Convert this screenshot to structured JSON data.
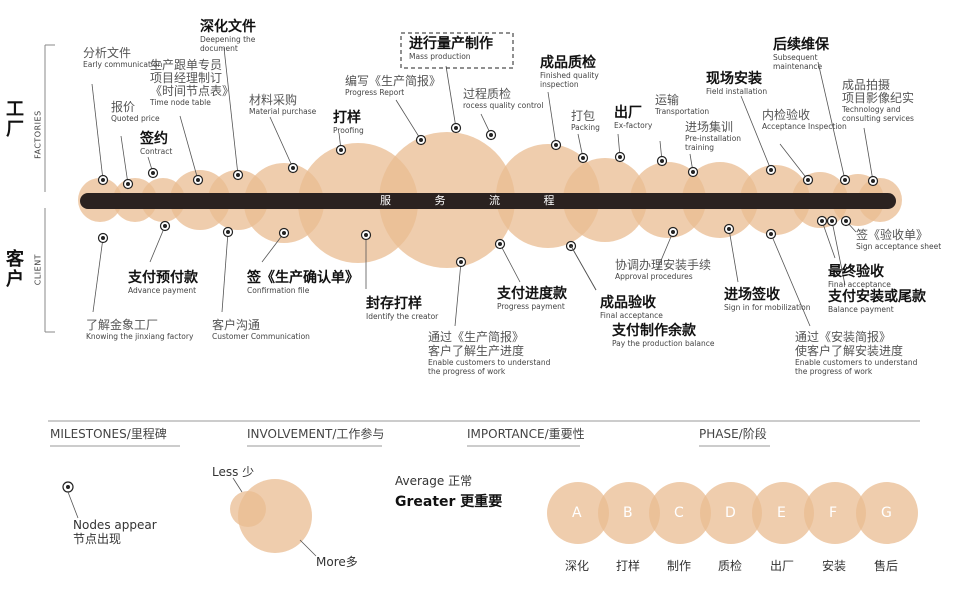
{
  "sides": {
    "factory": {
      "zh": "工厂",
      "en": "FACTORIES"
    },
    "client": {
      "zh": "客户",
      "en": "CLIENT"
    }
  },
  "bar": {
    "text": "服 务 流 程"
  },
  "colors": {
    "bubble": "#e9bc91",
    "bar": "#2b2220",
    "line": "#555555",
    "text": "#333333"
  },
  "factory_labels": [
    {
      "id": "f-analysis",
      "zh": "分析文件",
      "en": "Early communication",
      "bold": false
    },
    {
      "id": "f-quote",
      "zh": "报价",
      "en": "Quoted price",
      "bold": false
    },
    {
      "id": "f-contract",
      "zh": "签约",
      "en": "Contract",
      "bold": true
    },
    {
      "id": "f-order",
      "zh": "生产跟单专员 项目经理制订 《时间节点表》",
      "en": "Time node table",
      "bold": false
    },
    {
      "id": "f-deepen",
      "zh": "深化文件",
      "en": "Deepening the document",
      "bold": true
    },
    {
      "id": "f-material",
      "zh": "材料采购",
      "en": "Material purchase",
      "bold": false
    },
    {
      "id": "f-proof",
      "zh": "打样",
      "en": "Proofing",
      "bold": true
    },
    {
      "id": "f-report",
      "zh": "编写《生产简报》",
      "en": "Progress Report",
      "bold": false
    },
    {
      "id": "f-mass",
      "zh": "进行量产制作",
      "en": "Mass production",
      "bold": true
    },
    {
      "id": "f-qc",
      "zh": "过程质检",
      "en": "rocess quality control",
      "bold": false
    },
    {
      "id": "f-finished",
      "zh": "成品质检",
      "en": "Finished quality inspection",
      "bold": true
    },
    {
      "id": "f-pack",
      "zh": "打包",
      "en": "Packing",
      "bold": false
    },
    {
      "id": "f-exfactory",
      "zh": "出厂",
      "en": "Ex-factory",
      "bold": true
    },
    {
      "id": "f-transport",
      "zh": "运输",
      "en": "Transportation",
      "bold": false
    },
    {
      "id": "f-training",
      "zh": "进场集训",
      "en": "Pre-installation training",
      "bold": false
    },
    {
      "id": "f-install",
      "zh": "现场安装",
      "en": "Field installation",
      "bold": true
    },
    {
      "id": "f-inspect",
      "zh": "内检验收",
      "en": "Acceptance Inspection",
      "bold": false
    },
    {
      "id": "f-maintain",
      "zh": "后续维保",
      "en": "Subsequent maintenance",
      "bold": true
    },
    {
      "id": "f-photo",
      "zh": "成品拍摄 项目影像纪实",
      "en": "Technology and consulting services",
      "bold": false
    }
  ],
  "client_labels": [
    {
      "id": "c-know",
      "zh": "了解金象工厂",
      "en": "Knowing the jinxiang factory",
      "bold": false
    },
    {
      "id": "c-advance",
      "zh": "支付预付款",
      "en": "Advance payment",
      "bold": true
    },
    {
      "id": "c-comm",
      "zh": "客户沟通",
      "en": "Customer Communication",
      "bold": false
    },
    {
      "id": "c-confirm",
      "zh": "签《生产确认单》",
      "en": "Confirmation file",
      "bold": true
    },
    {
      "id": "c-seal",
      "zh": "封存打样",
      "en": "Identify the creator",
      "bold": true
    },
    {
      "id": "c-progress",
      "zh": "通过《生产简报》 客户了解生产进度",
      "en": "Enable customers to understand the progress of work",
      "bold": false
    },
    {
      "id": "c-progpay",
      "zh": "支付进度款",
      "en": "Progress payment",
      "bold": true
    },
    {
      "id": "c-final",
      "zh": "成品验收",
      "en": "Final acceptance",
      "bold": true
    },
    {
      "id": "c-balance",
      "zh": "支付制作余款",
      "en": "Pay the production balance",
      "bold": true
    },
    {
      "id": "c-approval",
      "zh": "协调办理安装手续",
      "en": "Approval procedures",
      "bold": false
    },
    {
      "id": "c-signin",
      "zh": "进场签收",
      "en": "Sign in for mobilization",
      "bold": true
    },
    {
      "id": "c-installprog",
      "zh": "通过《安装简报》 使客户了解安装进度",
      "en": "Enable customers to understand the progress of work",
      "bold": false
    },
    {
      "id": "c-finalacc",
      "zh": "最终验收",
      "en": "Final acceptance",
      "bold": true
    },
    {
      "id": "c-balpay",
      "zh": "支付安装或尾款",
      "en": "Balance payment",
      "bold": true
    },
    {
      "id": "c-signsheet",
      "zh": "签《验收单》",
      "en": "Sign acceptance sheet",
      "bold": false
    }
  ],
  "legend": {
    "milestones": "MILESTONES/里程碑",
    "involvement": "INVOLVEMENT/工作参与",
    "importance": "IMPORTANCE/重要性",
    "phase": "PHASE/阶段",
    "node_label": "Nodes appear",
    "node_label_zh": "节点出现",
    "less": "Less 少",
    "more": "More多",
    "average": "Average 正常",
    "greater": "Greater 更重要",
    "phase_letters": [
      "A",
      "B",
      "C",
      "D",
      "E",
      "F",
      "G"
    ],
    "phase_names": [
      "深化",
      "打样",
      "制作",
      "质检",
      "出厂",
      "安装",
      "售后"
    ]
  }
}
